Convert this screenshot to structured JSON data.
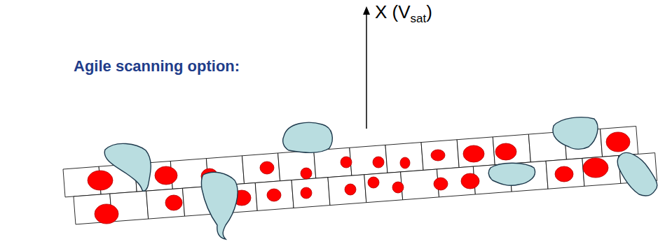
{
  "diagram": {
    "title": "Agile scanning option:",
    "labels": [
      "X (V",
      "sat",
      ")"
    ]
  }
}
